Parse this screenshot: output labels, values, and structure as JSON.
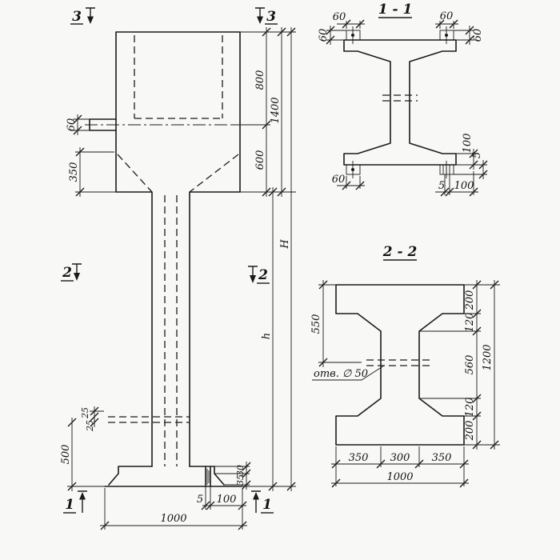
{
  "elevation": {
    "markers": {
      "m1": "1",
      "m2": "2",
      "m3": "3"
    },
    "dims": {
      "d60": "60",
      "d350": "350",
      "d25a": "25",
      "d25b": "25",
      "d500": "500",
      "d800": "800",
      "d600": "600",
      "d1400": "1400",
      "dH": "H",
      "dh": "h",
      "d30": "30",
      "d35": "35",
      "d5": "5",
      "d100": "100",
      "d1000": "1000"
    }
  },
  "section_1_1": {
    "title": "1 - 1",
    "dims": {
      "d60_tl_h": "60",
      "d60_tl_v": "60",
      "d60_tr_h": "60",
      "d60_tr_v": "60",
      "d60_bl": "60",
      "d100_r": "100",
      "d5_r": "5",
      "d5_b": "5",
      "d100_b": "100"
    }
  },
  "section_2_2": {
    "title": "2 - 2",
    "hole_label": "отв. ∅ 50",
    "dims": {
      "d550": "550",
      "d200_t": "200",
      "d120_t": "120",
      "d560": "560",
      "d120_b": "120",
      "d200_b": "200",
      "d1200": "1200",
      "d350_l": "350",
      "d300": "300",
      "d350_r": "350",
      "d1000": "1000"
    }
  }
}
